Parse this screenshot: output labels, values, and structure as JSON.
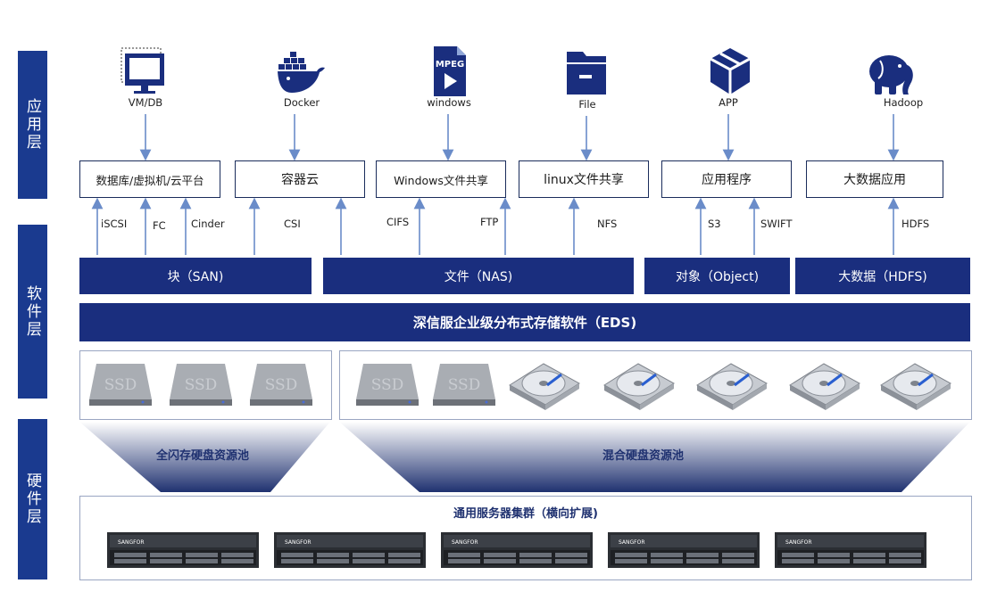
{
  "layers": {
    "app": "应用层",
    "software": "软件层",
    "hardware": "硬件层"
  },
  "app_icons": [
    {
      "label": "VM/DB",
      "icon": "monitor-icon"
    },
    {
      "label": "Docker",
      "icon": "docker-whale-icon"
    },
    {
      "label": "windows",
      "icon": "mpeg-file-icon",
      "icon_text": "MPEG"
    },
    {
      "label": "File",
      "icon": "folder-icon"
    },
    {
      "label": "APP",
      "icon": "app-cube-icon"
    },
    {
      "label": "Hadoop",
      "icon": "hadoop-elephant-icon"
    }
  ],
  "app_boxes": [
    "数据库/虚拟机/云平台",
    "容器云",
    "Windows文件共享",
    "linux文件共享",
    "应用程序",
    "大数据应用"
  ],
  "protocols": [
    "iSCSI",
    "FC",
    "Cinder",
    "CSI",
    "CIFS",
    "FTP",
    "NFS",
    "S3",
    "SWIFT",
    "HDFS"
  ],
  "services": [
    "块（SAN)",
    "文件（NAS)",
    "对象（Object)",
    "大数据（HDFS)"
  ],
  "eds": "深信服企业级分布式存储软件（EDS)",
  "disk_text": "SSD",
  "pools": {
    "flash": "全闪存硬盘资源池",
    "hybrid": "混合硬盘资源池"
  },
  "server_cluster": "通用服务器集群（横向扩展)",
  "server_brand": "SANGFOR",
  "colors": {
    "navy": "#1a2e7e",
    "tab": "#1a3a8f",
    "arrow": "#6a8cc9",
    "box_border": "#1a2c5b"
  }
}
